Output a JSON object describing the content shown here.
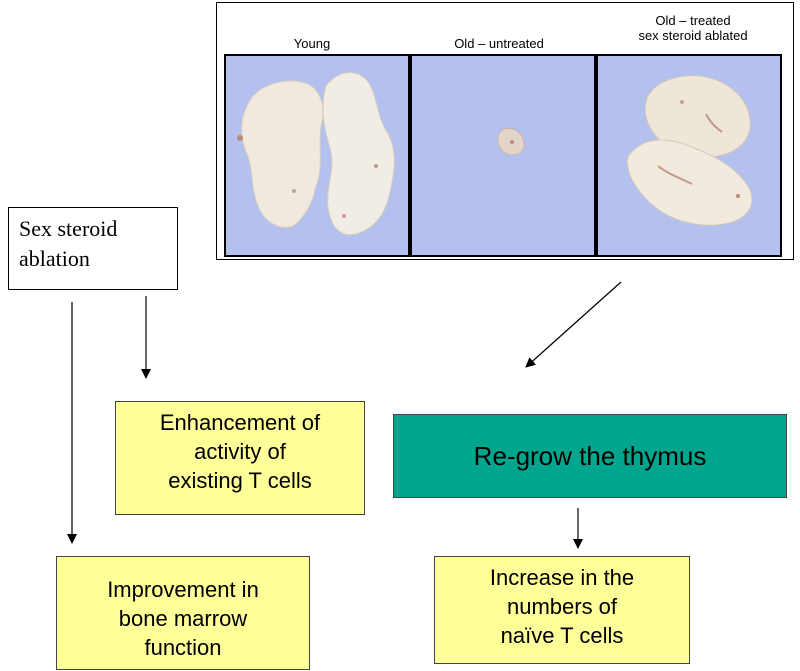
{
  "photos": {
    "panels": [
      {
        "label_lines": [
          "Young"
        ]
      },
      {
        "label_lines": [
          "Old – untreated"
        ]
      },
      {
        "label_lines": [
          "Old – treated",
          "sex steroid ablated"
        ]
      }
    ]
  },
  "boxes": {
    "sex_steroid": [
      "Sex steroid",
      "ablation"
    ],
    "enhancement": [
      "Enhancement of",
      "activity of",
      "existing T cells"
    ],
    "regrow": "Re-grow the thymus",
    "improvement": [
      "Improvement in",
      "bone marrow",
      "function"
    ],
    "increase": [
      "Increase in the",
      "numbers of",
      "naïve T cells"
    ]
  },
  "colors": {
    "yellow_box": "#ffff99",
    "green_box": "#00a58d",
    "panel_background": "#b4c0ee"
  }
}
